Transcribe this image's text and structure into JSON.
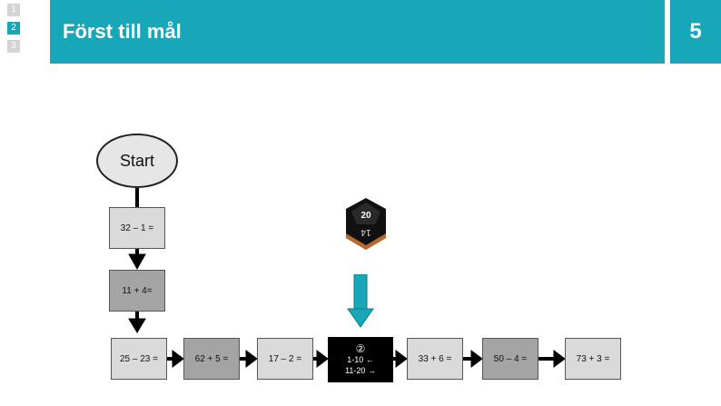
{
  "sidebar": {
    "levels": [
      "1",
      "2",
      "3"
    ]
  },
  "header": {
    "title": "Först till mål",
    "page_number": "5"
  },
  "flow": {
    "start": "Start",
    "boxes": [
      "32 – 1 =",
      "11 + 4=",
      "25 – 23 =",
      "62 + 5 =",
      "17 – 2 =",
      "33 + 6 =",
      "50 – 4 =",
      "73 + 3 ="
    ],
    "special": {
      "symbol": "②",
      "line1": "1-10 ←",
      "line2": "11-20 →"
    },
    "die": {
      "top": "20",
      "side": "14"
    }
  },
  "colors": {
    "accent": "#17a7b8",
    "light_box": "#dadada",
    "dark_box": "#a4a4a4"
  }
}
